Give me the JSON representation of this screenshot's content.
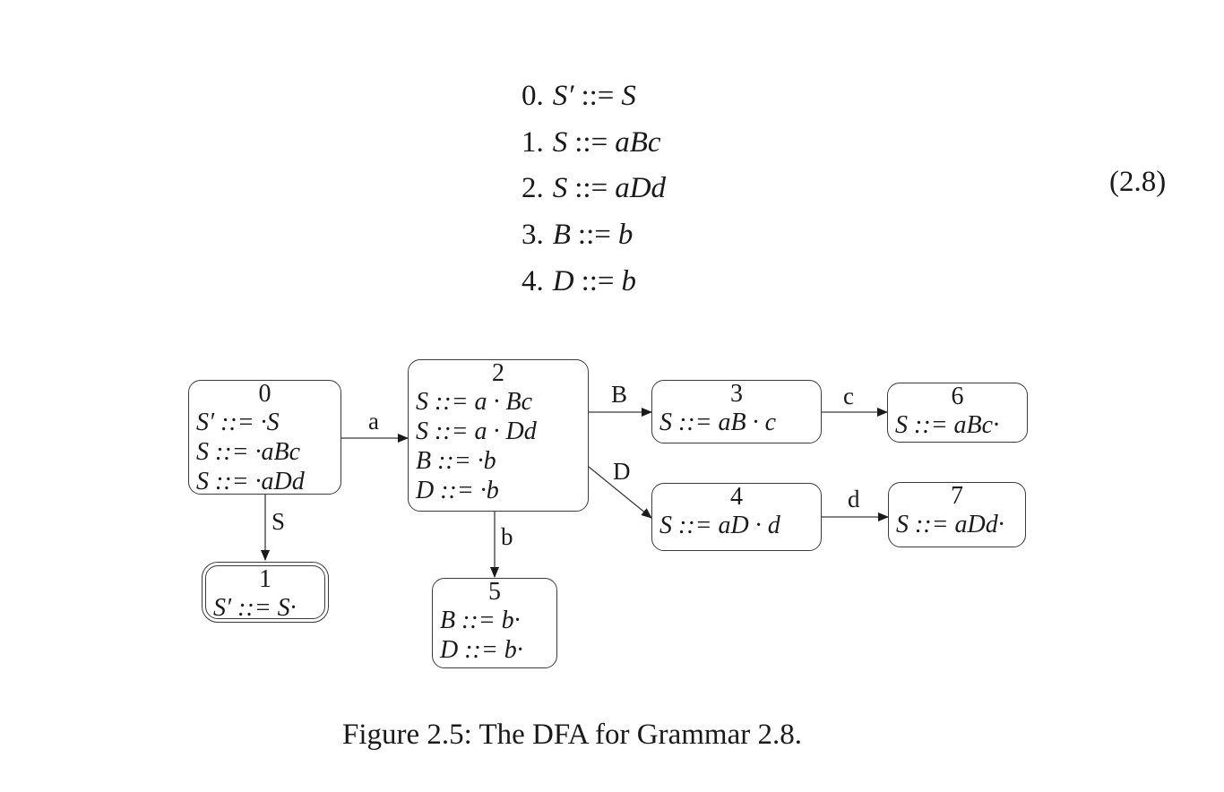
{
  "grammar": {
    "equation_number": "(2.8)",
    "rules": [
      {
        "num": "0.",
        "lhs": "S′",
        "op": "::=",
        "rhs": "S"
      },
      {
        "num": "1.",
        "lhs": "S",
        "op": "::=",
        "rhs": "aBc"
      },
      {
        "num": "2.",
        "lhs": "S",
        "op": "::=",
        "rhs": "aDd"
      },
      {
        "num": "3.",
        "lhs": "B",
        "op": "::=",
        "rhs": "b"
      },
      {
        "num": "4.",
        "lhs": "D",
        "op": "::=",
        "rhs": "b"
      }
    ]
  },
  "dfa": {
    "states": [
      {
        "id": "0",
        "accepting": false,
        "items": [
          "S′ ::= ·S",
          "S ::= ·aBc",
          "S ::= ·aDd"
        ]
      },
      {
        "id": "1",
        "accepting": true,
        "items": [
          "S′ ::= S·"
        ]
      },
      {
        "id": "2",
        "accepting": false,
        "items": [
          "S ::= a · Bc",
          "S ::= a · Dd",
          "B ::= ·b",
          "D ::= ·b"
        ]
      },
      {
        "id": "3",
        "accepting": false,
        "items": [
          "S ::= aB · c"
        ]
      },
      {
        "id": "4",
        "accepting": false,
        "items": [
          "S ::= aD · d"
        ]
      },
      {
        "id": "5",
        "accepting": false,
        "items": [
          "B ::= b·",
          "D ::= b·"
        ]
      },
      {
        "id": "6",
        "accepting": false,
        "items": [
          "S ::= aBc·"
        ]
      },
      {
        "id": "7",
        "accepting": false,
        "items": [
          "S ::= aDd·"
        ]
      }
    ],
    "transitions": [
      {
        "from": "0",
        "to": "2",
        "label": "a"
      },
      {
        "from": "0",
        "to": "1",
        "label": "S"
      },
      {
        "from": "2",
        "to": "3",
        "label": "B"
      },
      {
        "from": "2",
        "to": "4",
        "label": "D"
      },
      {
        "from": "2",
        "to": "5",
        "label": "b"
      },
      {
        "from": "3",
        "to": "6",
        "label": "c"
      },
      {
        "from": "4",
        "to": "7",
        "label": "d"
      }
    ]
  },
  "caption": "Figure 2.5:  The DFA for Grammar 2.8."
}
